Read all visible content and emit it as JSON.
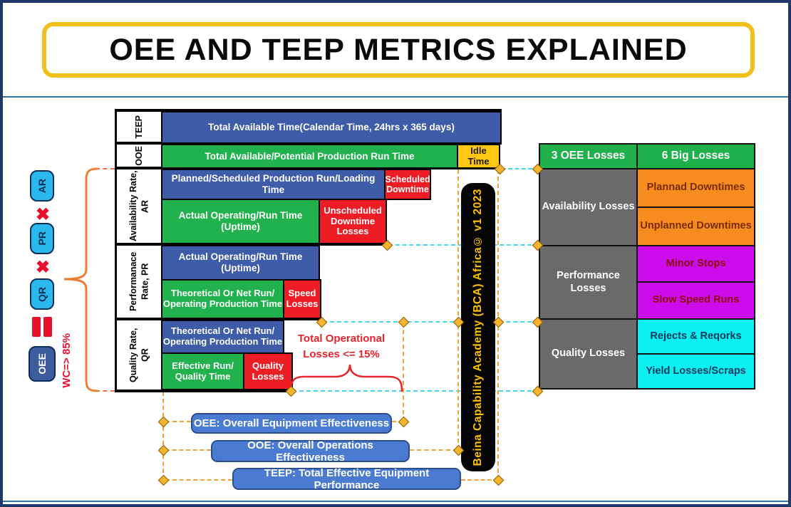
{
  "title": "OEE AND TEEP METRICS EXPLAINED",
  "formula": {
    "ar": "AR",
    "pr": "PR",
    "qr": "QR",
    "oee": "OEE",
    "times": "✖",
    "wc_note": "WC=> 85%"
  },
  "chart": {
    "row_labels": [
      "TEEP",
      "OOE",
      "Availability Rate, AR",
      "Performanace Rate, PR",
      "Quality Rate, QR"
    ],
    "bars": {
      "total_available": "Total Available Time(Calendar Time, 24hrs x 365 days)",
      "total_potential": "Total Available/Potential Production Run Time",
      "idle": "Idle Time",
      "planned_loading": "Planned/Scheduled Production Run/Loading Time",
      "scheduled_downtime": "Scheduled Downtime",
      "actual_operating": "Actual Operating/Run Time (Uptime)",
      "unscheduled_losses": "Unscheduled Downtime Losses",
      "theoretical_net_run": "Theoretical Or Net Run/ Operating Production Time",
      "speed_losses": "Speed Losses",
      "effective_run": "Effective Run/ Quality Time",
      "quality_losses": "Quality Losses"
    },
    "annotation": "Total Operational Losses <= 15%"
  },
  "losses_table": {
    "headers": [
      "3 OEE Losses",
      "6 Big Losses"
    ],
    "groups": [
      {
        "name": "Availability Losses",
        "items": [
          "Plannad Downtimes",
          "Unplanned Downtimes"
        ]
      },
      {
        "name": "Performance Losses",
        "items": [
          "Minor Stops",
          "Slow Speed Runs"
        ]
      },
      {
        "name": "Quality Losses",
        "items": [
          "Rejects & Reqorks",
          "Yield Losses/Scraps"
        ]
      }
    ]
  },
  "legend_buttons": [
    "OEE: Overall Equipment Effectiveness",
    "OOE: Overall Operations Effectiveness",
    "TEEP: Total Effective Equipment Performance"
  ],
  "credit": "Beina Capability Academy (BCA) Africa© v1 2023",
  "colors": {
    "bar_blue": "#3F5CA8",
    "bar_green": "#21B14D",
    "loss_red": "#EE1C25",
    "idle_yellow": "#FFC913",
    "downtime_orange": "#F68B1E",
    "performance_magenta": "#CB0DEB",
    "quality_cyan": "#0AEFEF",
    "losses_gray": "#6A6A6A",
    "header_green": "#21B14C",
    "connector_orange": "#F2A33C",
    "connector_cyan": "#45D6F2",
    "button_blue": "#4A7BD0",
    "badge_blue": "#29B9EC",
    "credit_yellow": "#FFC000",
    "title_border_gold": "#F2BE19"
  }
}
